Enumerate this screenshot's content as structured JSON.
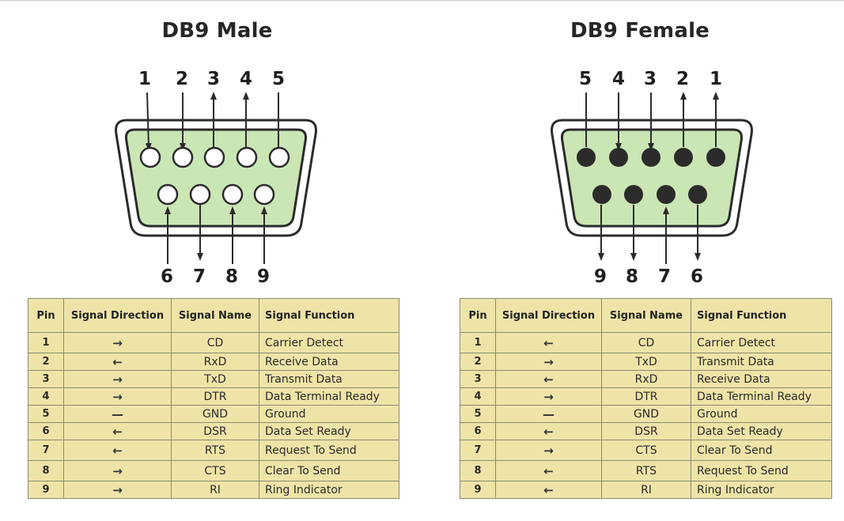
{
  "male": {
    "title": "DB9 Male",
    "top_pins": [
      "1",
      "2",
      "3",
      "4",
      "5"
    ],
    "bottom_pins": [
      "6",
      "7",
      "8",
      "9"
    ],
    "table": {
      "headers": [
        "Pin",
        "Signal Direction",
        "Signal Name",
        "Signal Function"
      ],
      "rows": [
        {
          "pin": "1",
          "dir": "→",
          "name": "CD",
          "func": "Carrier Detect"
        },
        {
          "pin": "2",
          "dir": "←",
          "name": "RxD",
          "func": "Receive Data"
        },
        {
          "pin": "3",
          "dir": "→",
          "name": "TxD",
          "func": "Transmit Data"
        },
        {
          "pin": "4",
          "dir": "→",
          "name": "DTR",
          "func": "Data Terminal Ready"
        },
        {
          "pin": "5",
          "dir": "—",
          "name": "GND",
          "func": "Ground"
        },
        {
          "pin": "6",
          "dir": "←",
          "name": "DSR",
          "func": "Data Set Ready"
        },
        {
          "pin": "7",
          "dir": "←",
          "name": "RTS",
          "func": "Request To Send"
        },
        {
          "pin": "8",
          "dir": "→",
          "name": "CTS",
          "func": "Clear To Send"
        },
        {
          "pin": "9",
          "dir": "→",
          "name": "RI",
          "func": "Ring Indicator"
        }
      ]
    }
  },
  "female": {
    "title": "DB9 Female",
    "top_pins": [
      "5",
      "4",
      "3",
      "2",
      "1"
    ],
    "bottom_pins": [
      "9",
      "8",
      "7",
      "6"
    ],
    "table": {
      "headers": [
        "Pin",
        "Signal Direction",
        "Signal Name",
        "Signal Function"
      ],
      "rows": [
        {
          "pin": "1",
          "dir": "←",
          "name": "CD",
          "func": "Carrier Detect"
        },
        {
          "pin": "2",
          "dir": "→",
          "name": "TxD",
          "func": "Transmit Data"
        },
        {
          "pin": "3",
          "dir": "←",
          "name": "RxD",
          "func": "Receive Data"
        },
        {
          "pin": "4",
          "dir": "→",
          "name": "DTR",
          "func": "Data Terminal Ready"
        },
        {
          "pin": "5",
          "dir": "—",
          "name": "GND",
          "func": "Ground"
        },
        {
          "pin": "6",
          "dir": "←",
          "name": "DSR",
          "func": "Data Set Ready"
        },
        {
          "pin": "7",
          "dir": "→",
          "name": "CTS",
          "func": "Clear To Send"
        },
        {
          "pin": "8",
          "dir": "←",
          "name": "RTS",
          "func": "Request To Send"
        },
        {
          "pin": "9",
          "dir": "←",
          "name": "RI",
          "func": "Ring Indicator"
        }
      ]
    }
  },
  "colors": {
    "connector_fill": "#c9e6b4",
    "connector_stroke": "#2b2b2b",
    "male_pin_fill": "#ffffff",
    "female_pin_fill": "#2b2b2b",
    "table_bg": "#efe4a8"
  }
}
